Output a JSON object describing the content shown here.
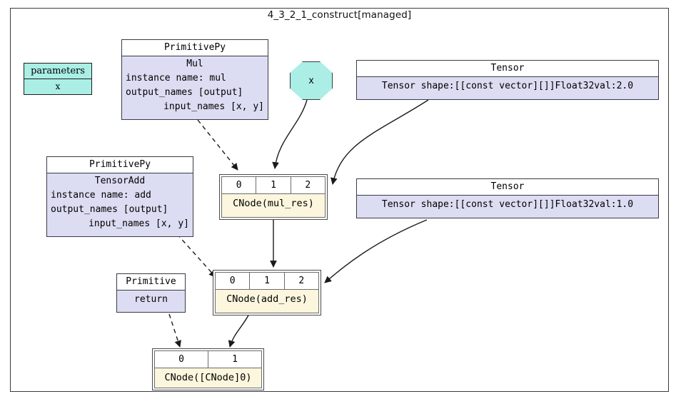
{
  "graph": {
    "title": "4_3_2_1_construct[managed]",
    "colors": {
      "param_fill": "#aaeee5",
      "record_fill": "#dcdcf2",
      "cnode_label_fill": "#fbf6dd",
      "header_fill": "#ffffff",
      "border": "#3a3a47",
      "edge": "#1a1a1a"
    }
  },
  "parameters_node": {
    "header": "parameters",
    "items": [
      "x"
    ]
  },
  "mul_primitive": {
    "header": "PrimitivePy",
    "name": "Mul",
    "instance_name": "instance name: mul",
    "output_names": "output_names [output]",
    "input_names": "input_names [x, y]"
  },
  "add_primitive": {
    "header": "PrimitivePy",
    "name": "TensorAdd",
    "instance_name": "instance name: add",
    "output_names": "output_names [output]",
    "input_names": "input_names [x, y]"
  },
  "return_primitive": {
    "header": "Primitive",
    "name": "return"
  },
  "param_x_node": {
    "label": "x"
  },
  "tensor_const_2": {
    "header": "Tensor",
    "value": "Tensor shape:[[const vector][]]Float32val:2.0"
  },
  "tensor_const_1": {
    "header": "Tensor",
    "value": "Tensor shape:[[const vector][]]Float32val:1.0"
  },
  "mul_res_cnode": {
    "slots": [
      "0",
      "1",
      "2"
    ],
    "label": "CNode(mul_res)"
  },
  "add_res_cnode": {
    "slots": [
      "0",
      "1",
      "2"
    ],
    "label": "CNode(add_res)"
  },
  "return_cnode": {
    "slots": [
      "0",
      "1"
    ],
    "label": "CNode([CNode]0)"
  }
}
